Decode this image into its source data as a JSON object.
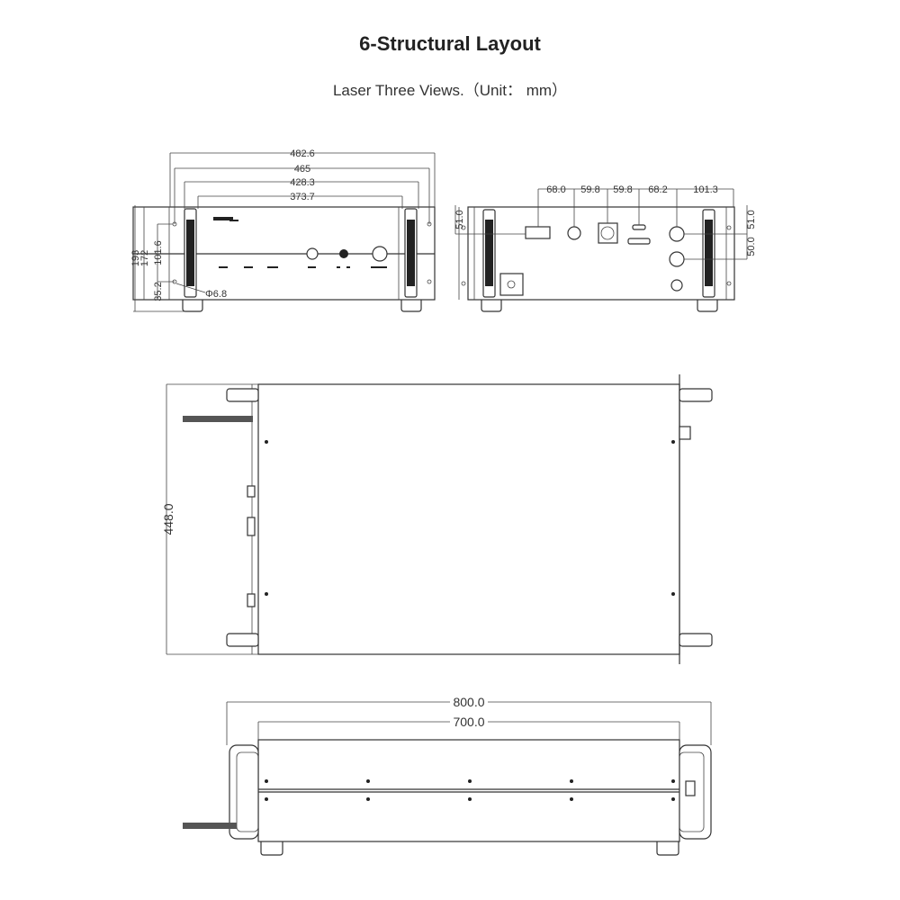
{
  "header": {
    "title": "6-Structural Layout",
    "subtitle": "Laser Three Views.（Unit： mm）"
  },
  "front_view": {
    "width_dims": [
      "482.6",
      "465",
      "428.3",
      "373.7"
    ],
    "height_dims": [
      "193",
      "172",
      "101.6",
      "35.2"
    ],
    "hole_dim": "Φ6.8"
  },
  "back_view": {
    "spacing_dims": [
      "68.0",
      "59.8",
      "59.8",
      "68.2",
      "101.3"
    ],
    "left_dim": "51.0",
    "right_dims": [
      "51.0",
      "50.0"
    ]
  },
  "top_view": {
    "depth_dim": "448.0"
  },
  "side_view": {
    "length_dims": [
      "800.0",
      "700.0"
    ]
  }
}
